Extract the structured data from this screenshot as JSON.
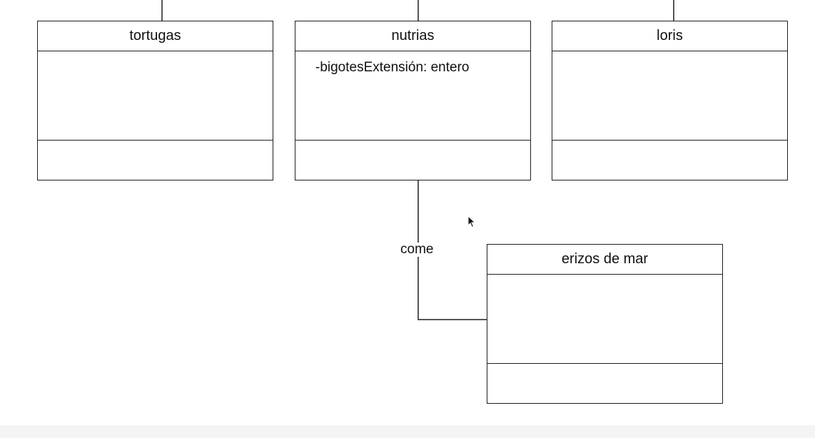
{
  "diagram": {
    "classes": [
      {
        "id": "tortugas",
        "name": "tortugas",
        "attributes": []
      },
      {
        "id": "nutrias",
        "name": "nutrias",
        "attributes": [
          "-bigotesExtensión: entero"
        ]
      },
      {
        "id": "loris",
        "name": "loris",
        "attributes": []
      },
      {
        "id": "erizos",
        "name": "erizos de mar",
        "attributes": []
      }
    ],
    "association": {
      "from": "nutrias",
      "to": "erizos de mar",
      "label": "come"
    }
  },
  "colors": {
    "line": "#1f1f1f",
    "background": "#ffffff",
    "bottom_bar": "#f4f4f4"
  }
}
